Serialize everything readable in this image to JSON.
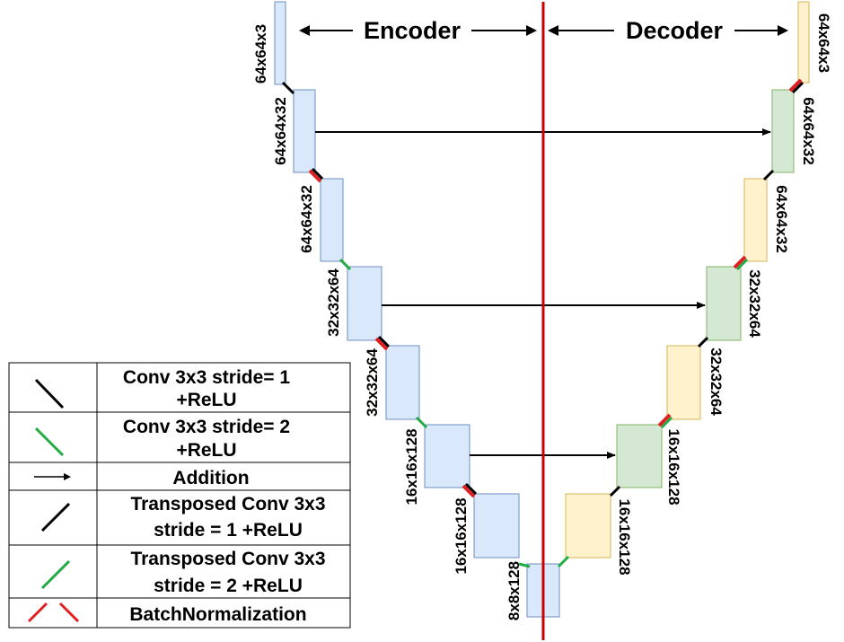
{
  "headers": {
    "encoder": "Encoder",
    "decoder": "Decoder"
  },
  "colors": {
    "encoder_fill": "#dae8fc",
    "encoder_stroke": "#6c8ebf",
    "decoder_fill": "#fff2cc",
    "decoder_stroke": "#d6b656",
    "skip_fill": "#d5e8d4",
    "skip_stroke": "#82b366",
    "divider": "#cc0000",
    "conv_black": "#000000",
    "conv_green": "#22aa44",
    "batchnorm_red": "#e02020"
  },
  "encoder_labels": [
    "64x64x3",
    "64x64x32",
    "64x64x32",
    "32x32x64",
    "32x32x64",
    "16x16x128",
    "16x16x128",
    "8x8x128"
  ],
  "decoder_labels": [
    "64x64x3",
    "64x64x32",
    "64x64x32",
    "32x32x64",
    "32x32x64",
    "16x16x128",
    "16x16x128"
  ],
  "legend": [
    {
      "icon": "conv-stride1-icon",
      "line1": "Conv 3x3 stride= 1",
      "line2": "+ReLU"
    },
    {
      "icon": "conv-stride2-icon",
      "line1": "Conv 3x3 stride= 2",
      "line2": "+ReLU"
    },
    {
      "icon": "addition-arrow-icon",
      "line1": "Addition",
      "line2": ""
    },
    {
      "icon": "transposed-conv-stride1-icon",
      "line1": "Transposed Conv 3x3",
      "line2": "stride = 1 +ReLU"
    },
    {
      "icon": "transposed-conv-stride2-icon",
      "line1": "Transposed Conv 3x3",
      "line2": "stride = 2 +ReLU"
    },
    {
      "icon": "batchnorm-icon",
      "line1": "BatchNormalization",
      "line2": ""
    }
  ]
}
